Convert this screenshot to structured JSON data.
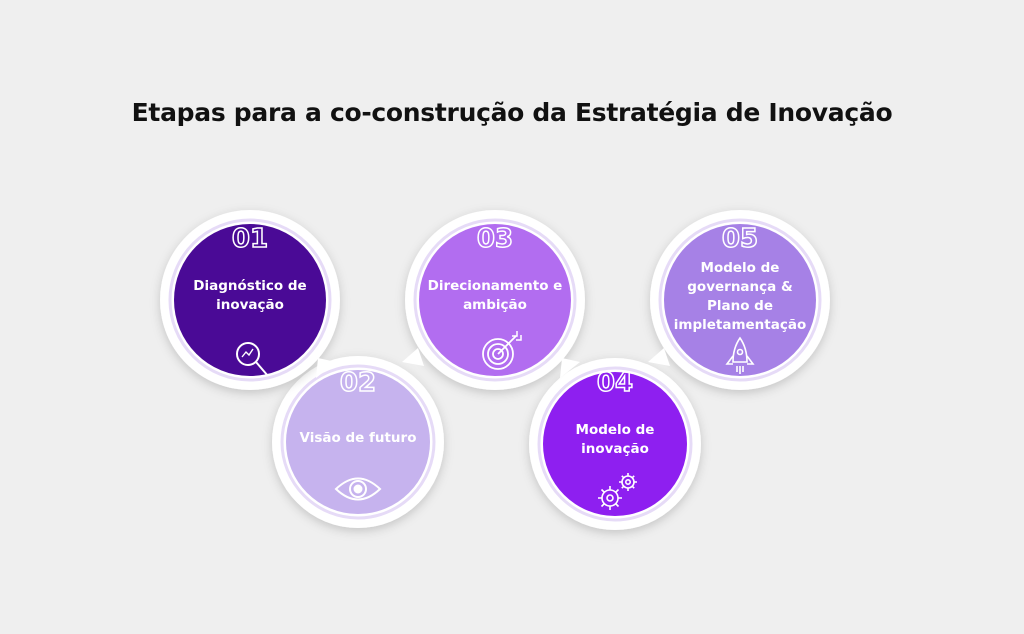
{
  "title": "Etapas para a co-construção da Estratégia de Inovação",
  "colors": {
    "background": "#efefef",
    "step1": "#4a0a96",
    "step2": "#c6b3ee",
    "step3": "#b26df0",
    "step4": "#8e1ff0",
    "step5": "#a681e6",
    "ring": "#ffffff"
  },
  "steps": [
    {
      "number": "01",
      "label": "Diagnóstico de\ninovação",
      "icon": "magnifier-icon"
    },
    {
      "number": "02",
      "label": "Visão de futuro",
      "icon": "eye-icon"
    },
    {
      "number": "03",
      "label": "Direcionamento e\nambição",
      "icon": "target-icon"
    },
    {
      "number": "04",
      "label": "Modelo de\ninovação",
      "icon": "gears-icon"
    },
    {
      "number": "05",
      "label": "Modelo de\ngovernança &\nPlano de\nimpletamentação",
      "icon": "rocket-icon"
    }
  ]
}
